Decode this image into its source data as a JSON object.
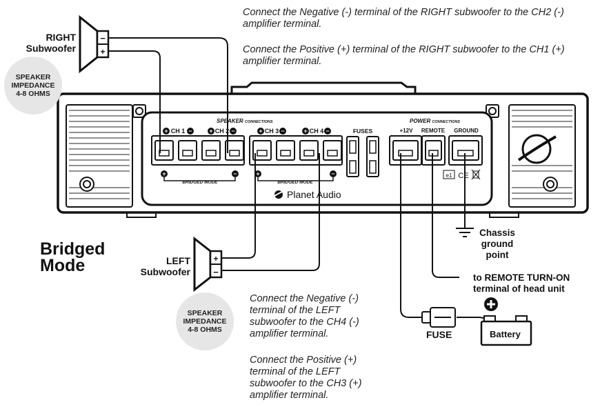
{
  "notes": {
    "right_negative": "Connect the Negative (-) terminal of the RIGHT subwoofer to the CH2 (-) amplifier terminal.",
    "right_positive": "Connect the Positive (+)  terminal of the RIGHT subwoofer to the CH1 (+) amplifier terminal.",
    "left_negative": "Connect the Negative (-) terminal of the LEFT subwoofer to the CH4 (-) amplifier terminal.",
    "left_positive": "Connect the Positive (+) terminal of the LEFT subwoofer to the CH3 (+) amplifier terminal."
  },
  "labels": {
    "right_subwoofer": "RIGHT Subwoofer",
    "left_subwoofer": "LEFT Subwoofer",
    "mode_title": "Bridged Mode",
    "chassis_ground": "Chassis ground point",
    "remote_turn_on": "to REMOTE TURN-ON terminal of head unit",
    "fuse": "FUSE",
    "battery": "Battery"
  },
  "impedance": {
    "line1": "SPEAKER",
    "line2": "IMPEDANCE",
    "line3": "4-8 OHMS"
  },
  "amp_panel": {
    "speaker_header_main": "SPEAKER",
    "speaker_header_sub": "CONNECTIONS",
    "power_header_main": "POWER",
    "power_header_sub": "CONNECTIONS",
    "channels": [
      "CH 1",
      "CH 2",
      "CH 3",
      "CH 4"
    ],
    "fuses_label": "FUSES",
    "power_terminals": [
      "+12V",
      "REMOTE",
      "GROUND"
    ],
    "bridged_label": "BRIDGED MODE",
    "brand": "Planet Audio",
    "certification_marks": [
      "e1",
      "CE"
    ]
  },
  "colors": {
    "line": "#111111",
    "badge_fill": "#e6e6e6"
  }
}
